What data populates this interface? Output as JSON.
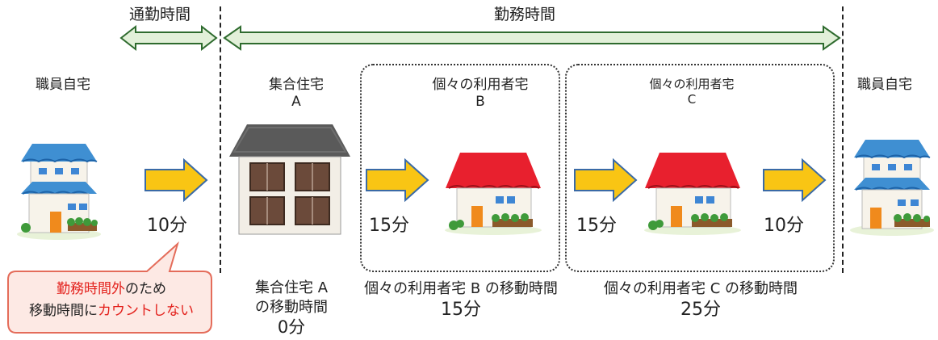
{
  "labels": {
    "commute": "通勤時間",
    "work": "勤務時間",
    "home_left": "職員自宅",
    "home_right": "職員自宅",
    "apt_a": "集合住宅",
    "apt_a_letter": "A",
    "house_b": "個々の利用者宅",
    "house_b_letter": "B",
    "house_c": "個々の利用者宅",
    "house_c_letter": "C"
  },
  "times": {
    "t1": "10分",
    "t2": "15分",
    "t3": "15分",
    "t4": "10分"
  },
  "summary": {
    "a_line1": "集合住宅 A",
    "a_line2": "の移動時間",
    "a_value": "0分",
    "b_line1": "個々の利用者宅 B の移動時間",
    "b_value": "15分",
    "c_line1": "個々の利用者宅 C の移動時間",
    "c_value": "25分"
  },
  "callout": {
    "line1_red": "勤務時間外",
    "line1_black": "のため",
    "line2_black": "移動時間に",
    "line2_red": "カウントしない"
  },
  "colors": {
    "band_fill": "#e2f0d9",
    "band_stroke": "#2e6b2e",
    "arrow_fill": "#f9c514",
    "arrow_stroke": "#3a6aa6",
    "accent_red": "#e3211c",
    "callout_fill": "#fde9e4",
    "callout_stroke": "#e46c5a"
  },
  "icons": [
    "staff-home-icon",
    "apartment-icon",
    "user-house-icon",
    "right-arrow-icon"
  ]
}
